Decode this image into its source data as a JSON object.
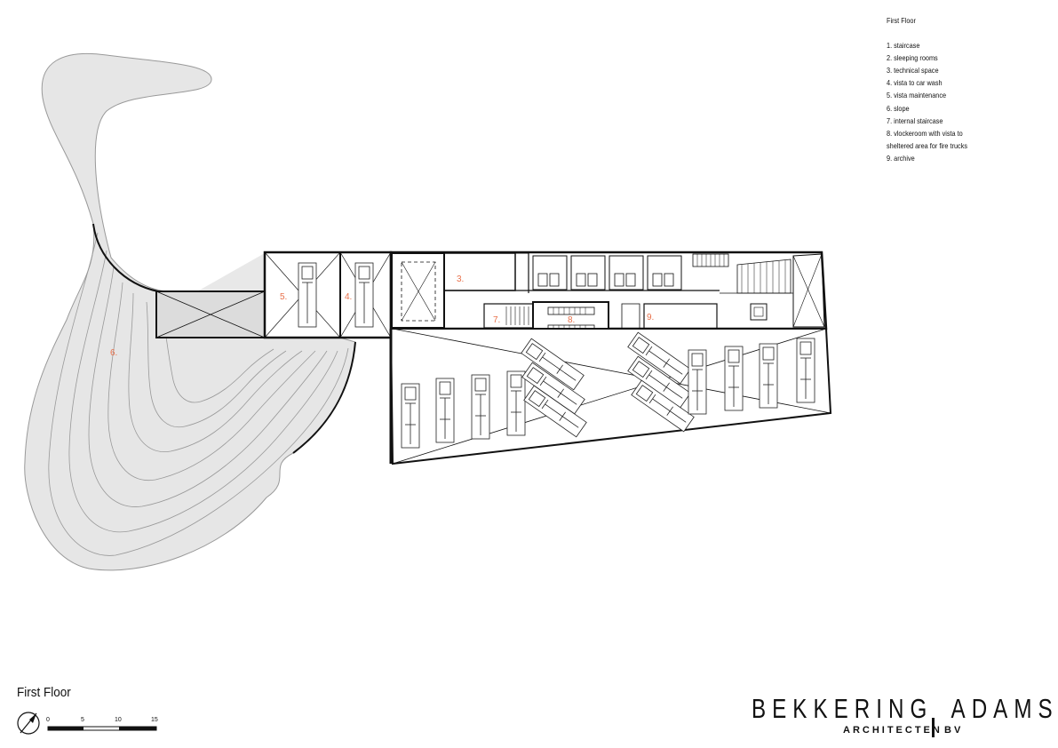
{
  "legend": {
    "title": "First Floor",
    "items": [
      "1. staircase",
      "2. sleeping rooms",
      "3. technical space",
      "4. vista to car wash",
      "5. vista maintenance",
      "6. slope",
      "7. internal staircase",
      "8. vlockeroom with vista to sheltered area for fire trucks",
      "9. archive"
    ]
  },
  "room_labels": {
    "r3": "3.",
    "r4": "4.",
    "r5": "5.",
    "r6": "6.",
    "r7": "7.",
    "r8": "8.",
    "r9": "9."
  },
  "sheet_title": "First Floor",
  "scale_bar": {
    "labels": [
      "0",
      "5",
      "10",
      "15"
    ]
  },
  "logo": {
    "name_left": "BEKKERING",
    "name_right": "ADAMS",
    "sub_left": "ARCHITECTEN",
    "sub_right": "BV"
  },
  "colors": {
    "label": "#e8704a",
    "slope_fill": "#e6e6e6",
    "line": "#111111"
  },
  "icons": {
    "north_arrow": "north-arrow-icon",
    "vehicle": "fire-truck-icon"
  }
}
